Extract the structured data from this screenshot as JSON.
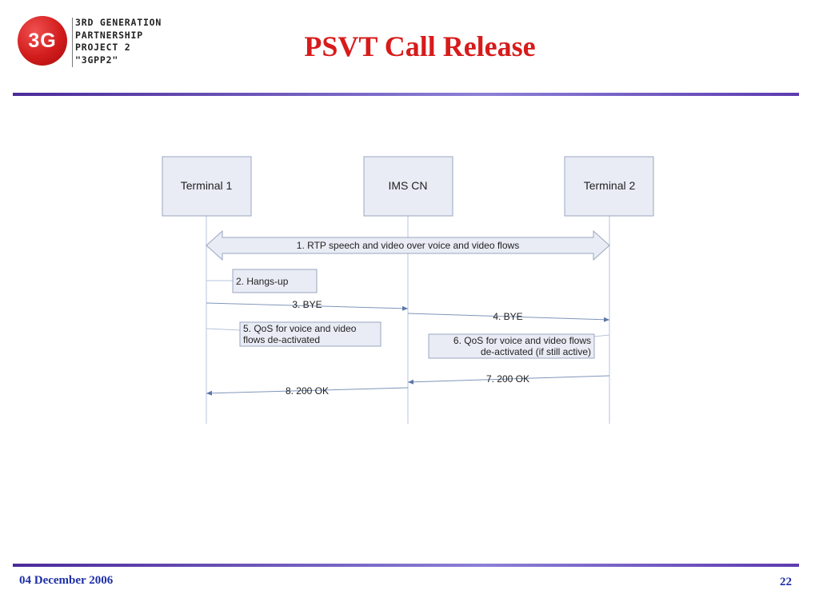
{
  "logo": {
    "mark": "3G",
    "org_lines": [
      "3rd Generation",
      "Partnership",
      "Project 2",
      "\"3GPP2\""
    ]
  },
  "title": "PSVT Call Release",
  "entities": [
    {
      "id": "t1",
      "label": "Terminal 1"
    },
    {
      "id": "ims",
      "label": "IMS CN"
    },
    {
      "id": "t2",
      "label": "Terminal 2"
    }
  ],
  "messages": {
    "m1": "1. RTP speech and video over voice and video flows",
    "m2": "2. Hangs-up",
    "m3": "3. BYE",
    "m4": "4. BYE",
    "m5": [
      "5. QoS for voice and video",
      "flows de-activated"
    ],
    "m6": [
      "6. QoS for voice and video flows",
      "de-activated (if still active)"
    ],
    "m7": "7. 200 OK",
    "m8": "8. 200 OK"
  },
  "footer": {
    "date": "04 December 2006",
    "page": "22"
  },
  "colors": {
    "title": "#d71b1b",
    "footer_text": "#1e2fa6",
    "rule": "#6a4fc0",
    "box_fill": "#e9ecf5",
    "lifeline": "#b7c4dd",
    "arrow": "#6f86ad"
  }
}
